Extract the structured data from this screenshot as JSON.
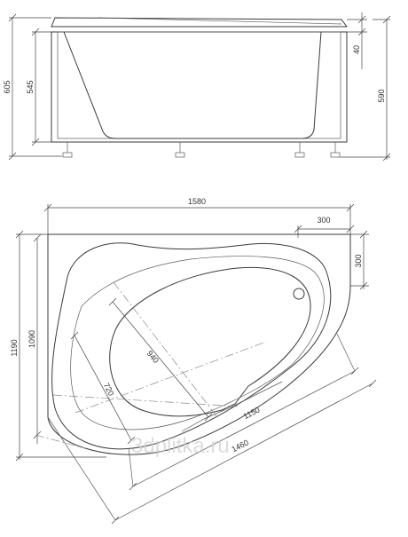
{
  "side_view": {
    "dimensions": {
      "overall_height": "605",
      "body_height": "545",
      "rim_thickness": "40",
      "leg_height": "590"
    }
  },
  "plan_view": {
    "dimensions": {
      "overall_width": "1580",
      "top_offset": "300",
      "right_offset": "300",
      "overall_depth": "1190",
      "inner_depth": "1090",
      "basin_length": "940",
      "basin_width": "720",
      "inner_diagonal": "1150",
      "front_diagonal": "1460"
    }
  },
  "watermark": "3dplitka.ru"
}
